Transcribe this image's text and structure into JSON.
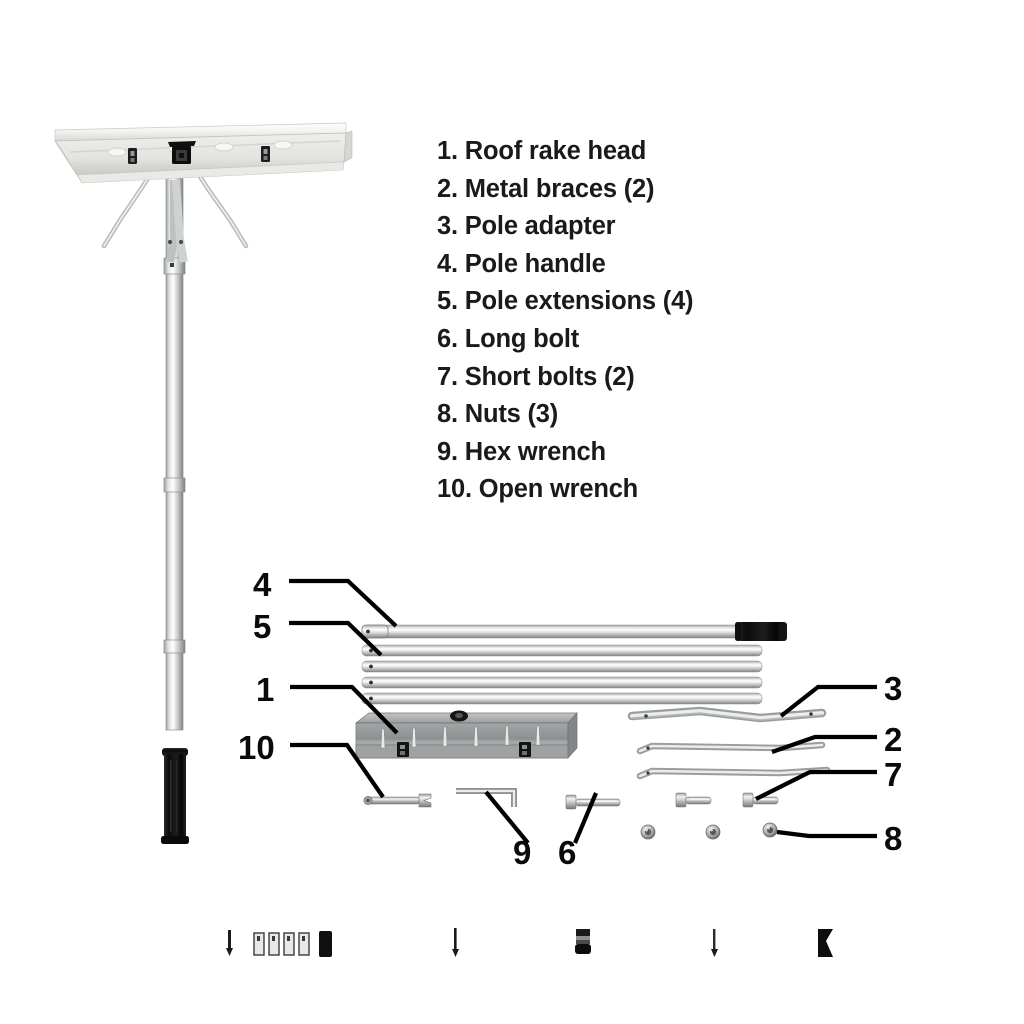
{
  "document": {
    "title": "Roof Rake Parts Diagram",
    "background_color": "#ffffff"
  },
  "legend": {
    "items": [
      {
        "number": "1.",
        "label": "Roof rake head",
        "text": "1. Roof rake head"
      },
      {
        "number": "2.",
        "label": "Metal braces (2)",
        "text": "2. Metal braces (2)"
      },
      {
        "number": "3.",
        "label": "Pole adapter",
        "text": "3. Pole adapter"
      },
      {
        "number": "4.",
        "label": "Pole handle",
        "text": "4. Pole handle"
      },
      {
        "number": "5.",
        "label": "Pole extensions (4)",
        "text": "5. Pole extensions (4)"
      },
      {
        "number": "6.",
        "label": "Long bolt",
        "text": "6. Long bolt"
      },
      {
        "number": "7.",
        "label": "Short bolts (2)",
        "text": "7. Short bolts (2)"
      },
      {
        "number": "8.",
        "label": "Nuts (3)",
        "text": "8. Nuts (3)"
      },
      {
        "number": "9.",
        "label": "Hex wrench",
        "text": "9. Hex wrench"
      },
      {
        "number": "10.",
        "label": "Open wrench",
        "text": "10. Open wrench"
      }
    ]
  },
  "callouts": {
    "c4": "4",
    "c5": "5",
    "c1": "1",
    "c10": "10",
    "c9": "9",
    "c6": "6",
    "c3": "3",
    "c2": "2",
    "c7": "7",
    "c8": "8"
  },
  "assembly": {
    "name": "Assembled roof rake",
    "parts": [
      "roof rake head",
      "metal braces",
      "telescoping pole",
      "rubber grip"
    ],
    "head_color": "#f2f2f0",
    "pole_color": "#c9cbcb",
    "grip_color": "#111111"
  },
  "parts": {
    "pole_handle": {
      "callout": "4",
      "count": 1,
      "has_grip": true,
      "grip_color": "#111111"
    },
    "pole_extensions": {
      "callout": "5",
      "count": 4
    },
    "rake_head": {
      "callout": "1",
      "count": 1,
      "body_color": "#8b8d8e",
      "slot_count": 6
    },
    "pole_adapter": {
      "callout": "3",
      "count": 1
    },
    "metal_braces": {
      "callout": "2",
      "count": 2
    },
    "short_bolts": {
      "callout": "7",
      "count": 2
    },
    "nuts": {
      "callout": "8",
      "count": 3
    },
    "long_bolt": {
      "callout": "6",
      "count": 1
    },
    "hex_wrench": {
      "callout": "9",
      "count": 1
    },
    "open_wrench": {
      "callout": "10",
      "count": 1
    }
  },
  "thumbnail_strip": {
    "items": [
      {
        "name": "bolt-thumb"
      },
      {
        "name": "four-extensions-thumb"
      },
      {
        "name": "grip-block-thumb"
      },
      {
        "name": "pole-thumb"
      },
      {
        "name": "coupling-thumb"
      },
      {
        "name": "pin-thumb"
      },
      {
        "name": "grip-thumb"
      }
    ]
  },
  "colors": {
    "text": "#1a1a1a",
    "leader_line": "#000000",
    "metal_light": "#dcdedd",
    "metal_mid": "#b4b7b7",
    "metal_dark": "#8b8d8e",
    "black": "#111111",
    "background": "#ffffff"
  }
}
